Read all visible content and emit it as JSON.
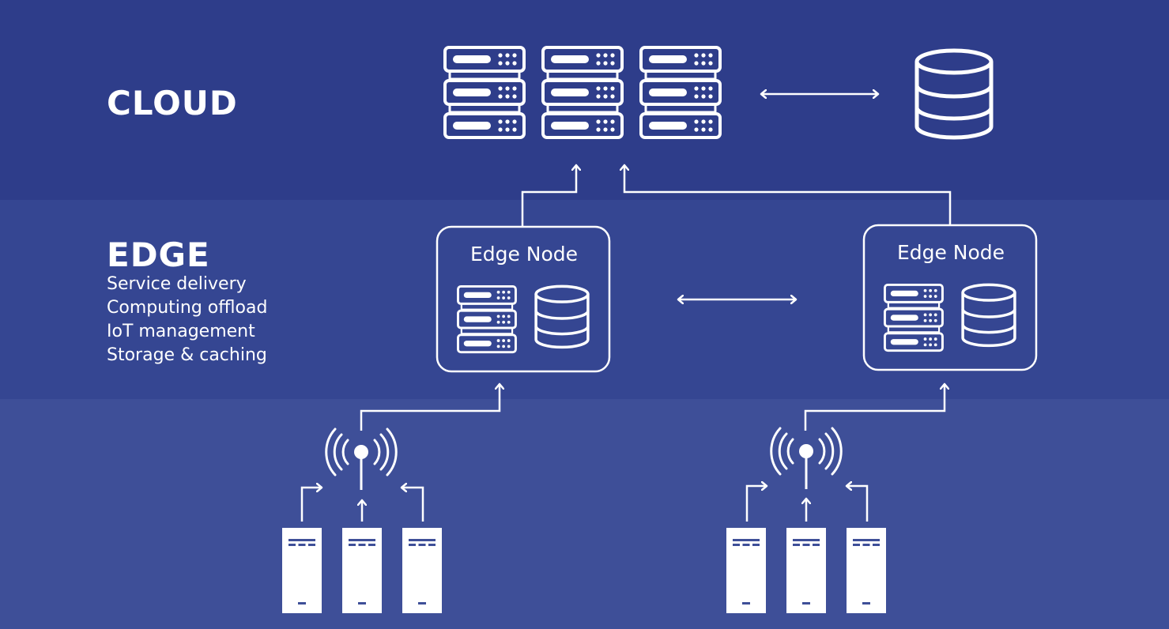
{
  "tiers": {
    "cloud": {
      "title": "CLOUD"
    },
    "edge": {
      "title": "EDGE",
      "functions": [
        "Service delivery",
        "Computing offload",
        "IoT management",
        "Storage & caching"
      ]
    },
    "devices": {
      "title": ""
    }
  },
  "edge_nodes": [
    {
      "label": "Edge Node"
    },
    {
      "label": "Edge Node"
    }
  ],
  "colors": {
    "cloud_band": "#2e3d8a",
    "edge_band": "#354692",
    "device_band": "#3e4f98",
    "foreground": "#ffffff"
  },
  "icons": {
    "cloud_servers": "server-rack-icon",
    "cloud_database": "database-icon",
    "edge_server": "server-rack-icon",
    "edge_database": "database-icon",
    "gateway": "wireless-antenna-icon",
    "device": "iot-device-icon"
  }
}
